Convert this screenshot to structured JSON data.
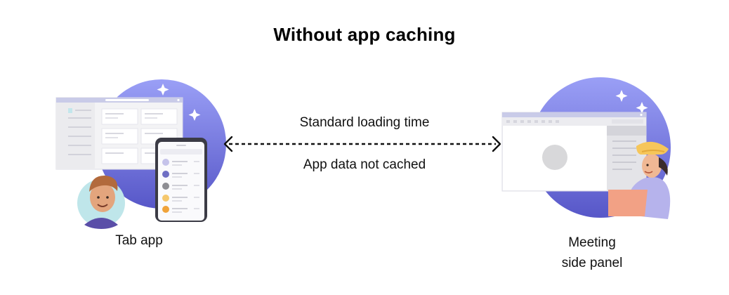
{
  "title": "Without app caching",
  "middle": {
    "top_label": "Standard loading time",
    "bottom_label": "App data not cached"
  },
  "left": {
    "caption": "Tab app"
  },
  "right": {
    "caption_line1": "Meeting",
    "caption_line2": "side panel"
  },
  "colors": {
    "circle_top": "#8e92f2",
    "circle_bottom": "#5d5ccc",
    "arrow": "#111111",
    "sparkle": "#ffffff"
  },
  "icons": [
    "sparkle-icon",
    "avatar-icon",
    "placeholder-circle-icon",
    "arrow-bidirectional-icon"
  ]
}
